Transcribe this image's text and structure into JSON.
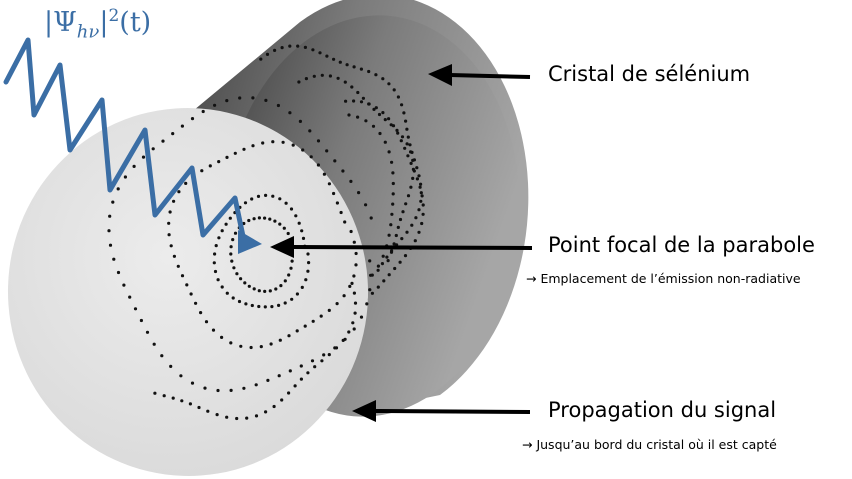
{
  "formula": {
    "psi": "Ψ",
    "subscript": "hν",
    "exponent": "2",
    "argument": "(t)"
  },
  "labels": {
    "crystal": "Cristal de sélénium",
    "focal_point": "Point focal de la parabole",
    "focal_note": "→ Emplacement de l’émission non-radiative",
    "propagation": "Propagation du signal",
    "propagation_note": "→ Jusqu’au bord du cristal où il est capté"
  },
  "colors": {
    "wave": "#3b6ea5",
    "face": "#e3e3e3",
    "body_dark": "#454545",
    "body_light": "#a0a0a0",
    "dots": "#111111"
  }
}
